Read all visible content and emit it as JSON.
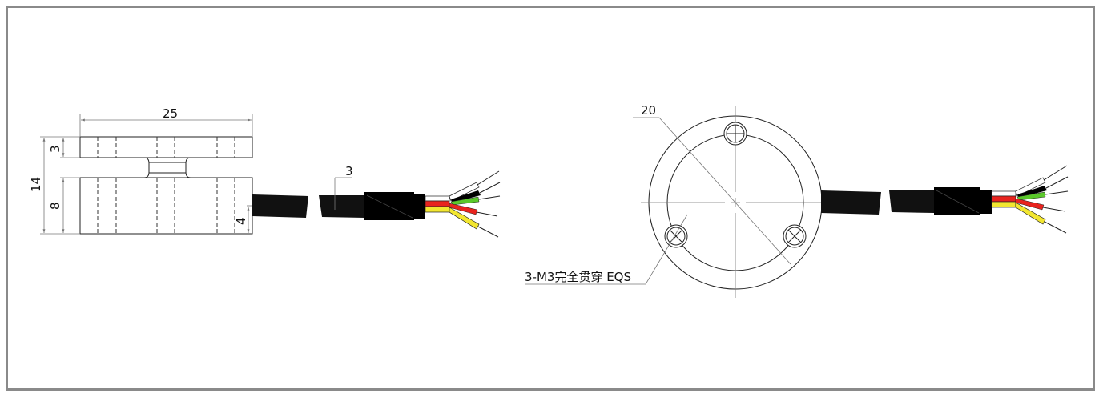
{
  "side_view": {
    "dim_length": "25",
    "dim_total_height": "14",
    "dim_top_thickness": "3",
    "dim_bottom_thickness": "8",
    "dim_cable_height": "4",
    "dim_cable_diameter": "3"
  },
  "top_view": {
    "dim_diameter": "20",
    "hole_callout": "3-M3完全贯穿 EQS"
  },
  "wire_colors": {
    "white": "#ffffff",
    "black": "#000000",
    "green": "#5ac82a",
    "red": "#e8231e",
    "yellow": "#f2e630"
  }
}
